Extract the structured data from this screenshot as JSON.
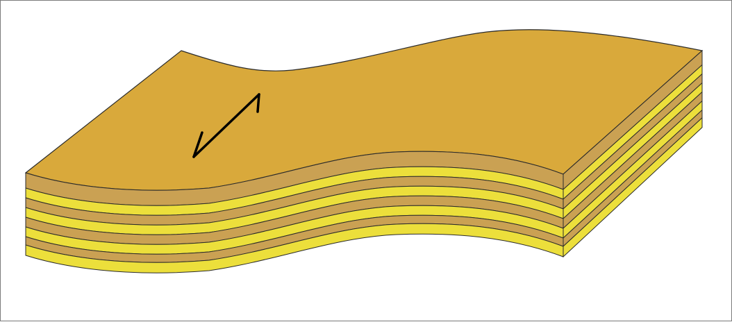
{
  "diagram": {
    "subject": "folded-layered-block",
    "colors": {
      "background": "#ffffff",
      "frame_border": "#7a7a7a",
      "top_surface": "#d9a93b",
      "layer_dark": "#caa153",
      "layer_light": "#ecdf3b",
      "layer_outline": "#2a2a2a",
      "arrow": "#000000"
    },
    "layers": [
      {
        "name": "top-layer",
        "color_key": "layer_dark"
      },
      {
        "name": "layer-2",
        "color_key": "layer_light"
      },
      {
        "name": "layer-3",
        "color_key": "layer_dark"
      },
      {
        "name": "layer-4",
        "color_key": "layer_light"
      },
      {
        "name": "layer-5",
        "color_key": "layer_dark"
      },
      {
        "name": "layer-6",
        "color_key": "layer_light"
      },
      {
        "name": "layer-7",
        "color_key": "layer_dark"
      },
      {
        "name": "bottom-layer",
        "color_key": "layer_light"
      }
    ],
    "annotation": {
      "type": "displacement-arrow",
      "icon": "double-headed-slip-arrow-icon"
    }
  }
}
